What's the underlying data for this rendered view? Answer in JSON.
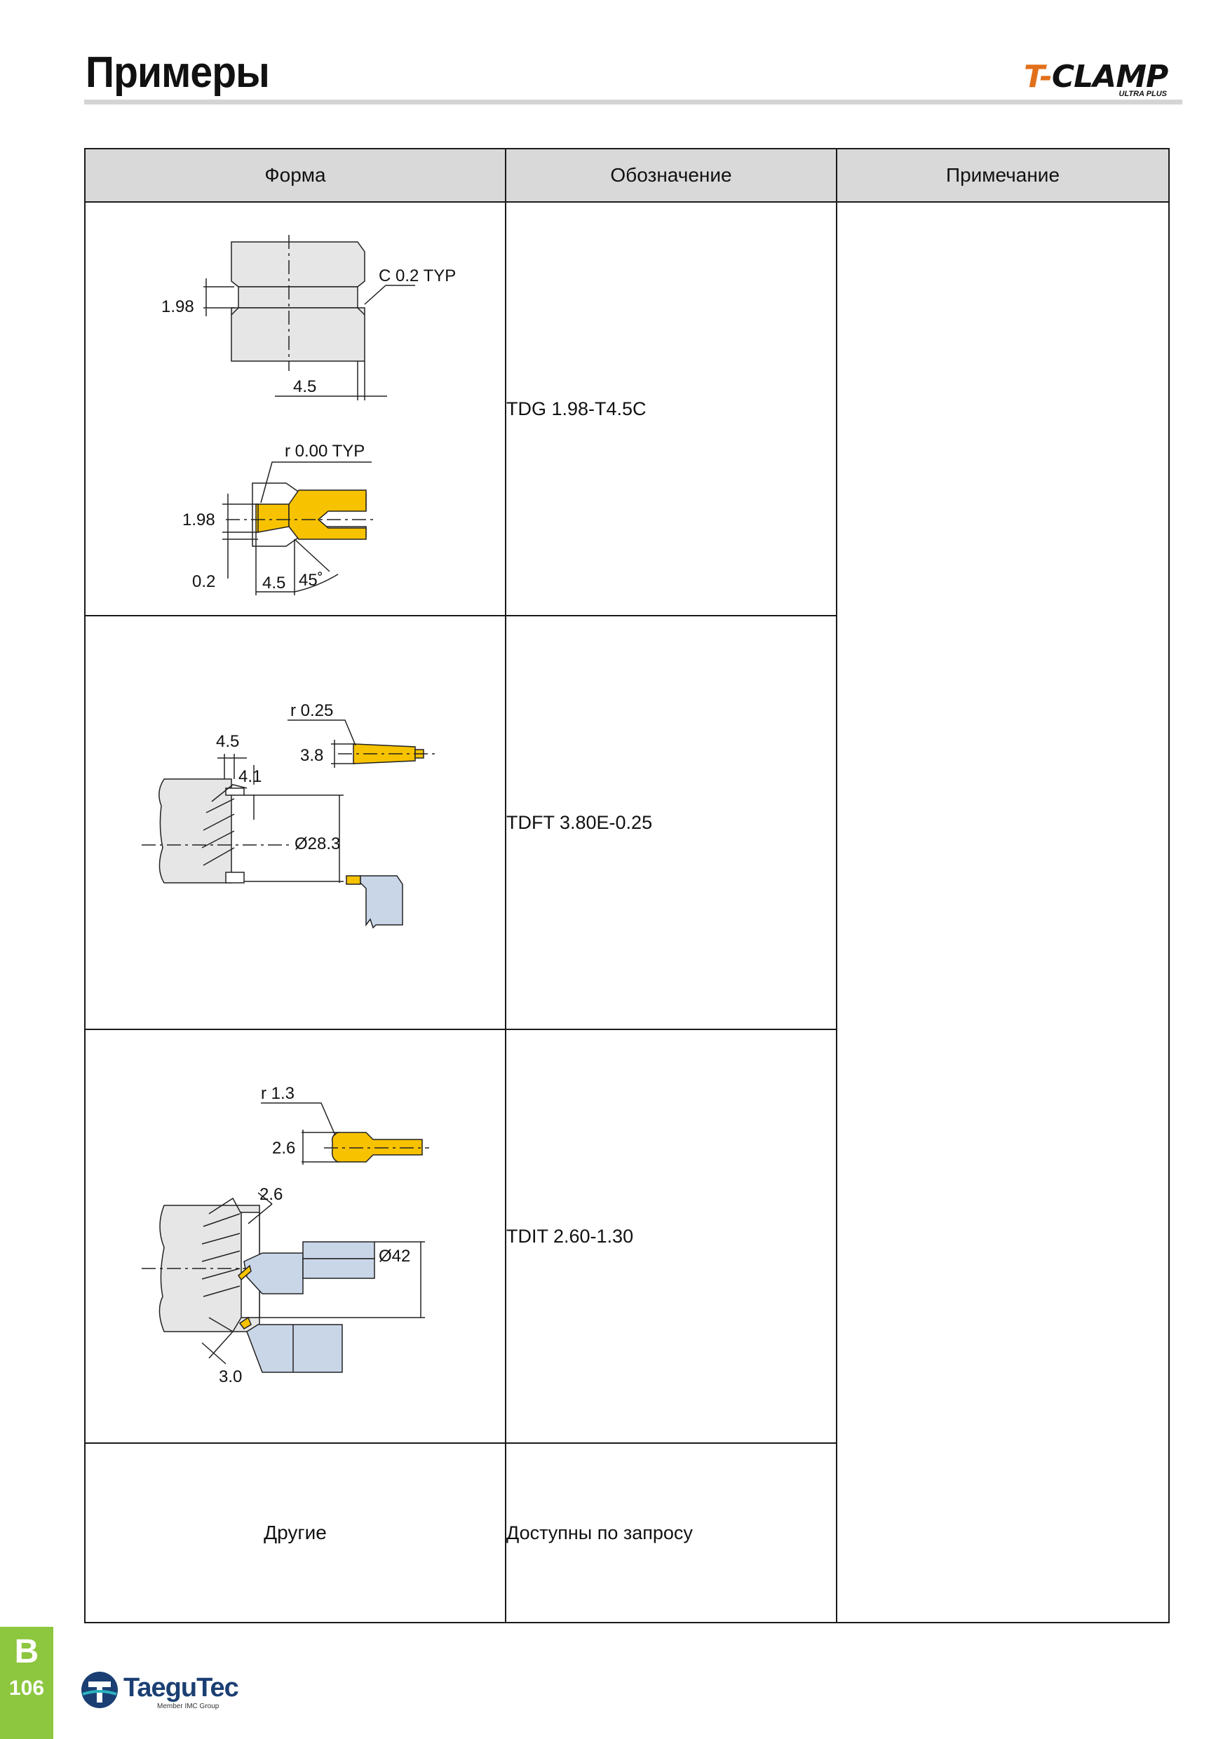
{
  "page": {
    "title": "Примеры",
    "brand": {
      "part1": "T-",
      "part2": "CLAMP",
      "tagline": "ULTRA PLUS"
    }
  },
  "table": {
    "headers": [
      "Форма",
      "Обозначение",
      "Примечание"
    ],
    "rows": [
      {
        "designation": "TDG 1.98-T4.5C",
        "labels": {
          "c": "C 0.2 TYP",
          "w1": "1.98",
          "d1": "4.5",
          "r": "r 0.00 TYP",
          "w2": "1.98",
          "s": "0.2",
          "d2": "4.5",
          "a": "45˚"
        }
      },
      {
        "designation": "TDFT 3.80E-0.25",
        "labels": {
          "r": "r 0.25",
          "a": "4.5",
          "b": "4.1",
          "w": "3.8",
          "dia": "Ø28.3"
        }
      },
      {
        "designation": "TDIT 2.60-1.30",
        "labels": {
          "r": "r 1.3",
          "w": "2.6",
          "a": "2.6",
          "dia": "Ø42",
          "b": "3.0"
        }
      },
      {
        "shape": "Другие",
        "designation": "Доступны по запросу"
      }
    ]
  },
  "footer": {
    "section": "B",
    "page_number": "106",
    "company": "TaeguTec",
    "member": "Member IMC Group"
  },
  "colors": {
    "insert": "#f7c200",
    "part": "#e6e6e6",
    "tool": "#c9d6e8",
    "tab": "#8dc63f",
    "brand_orange": "#e2701a"
  }
}
